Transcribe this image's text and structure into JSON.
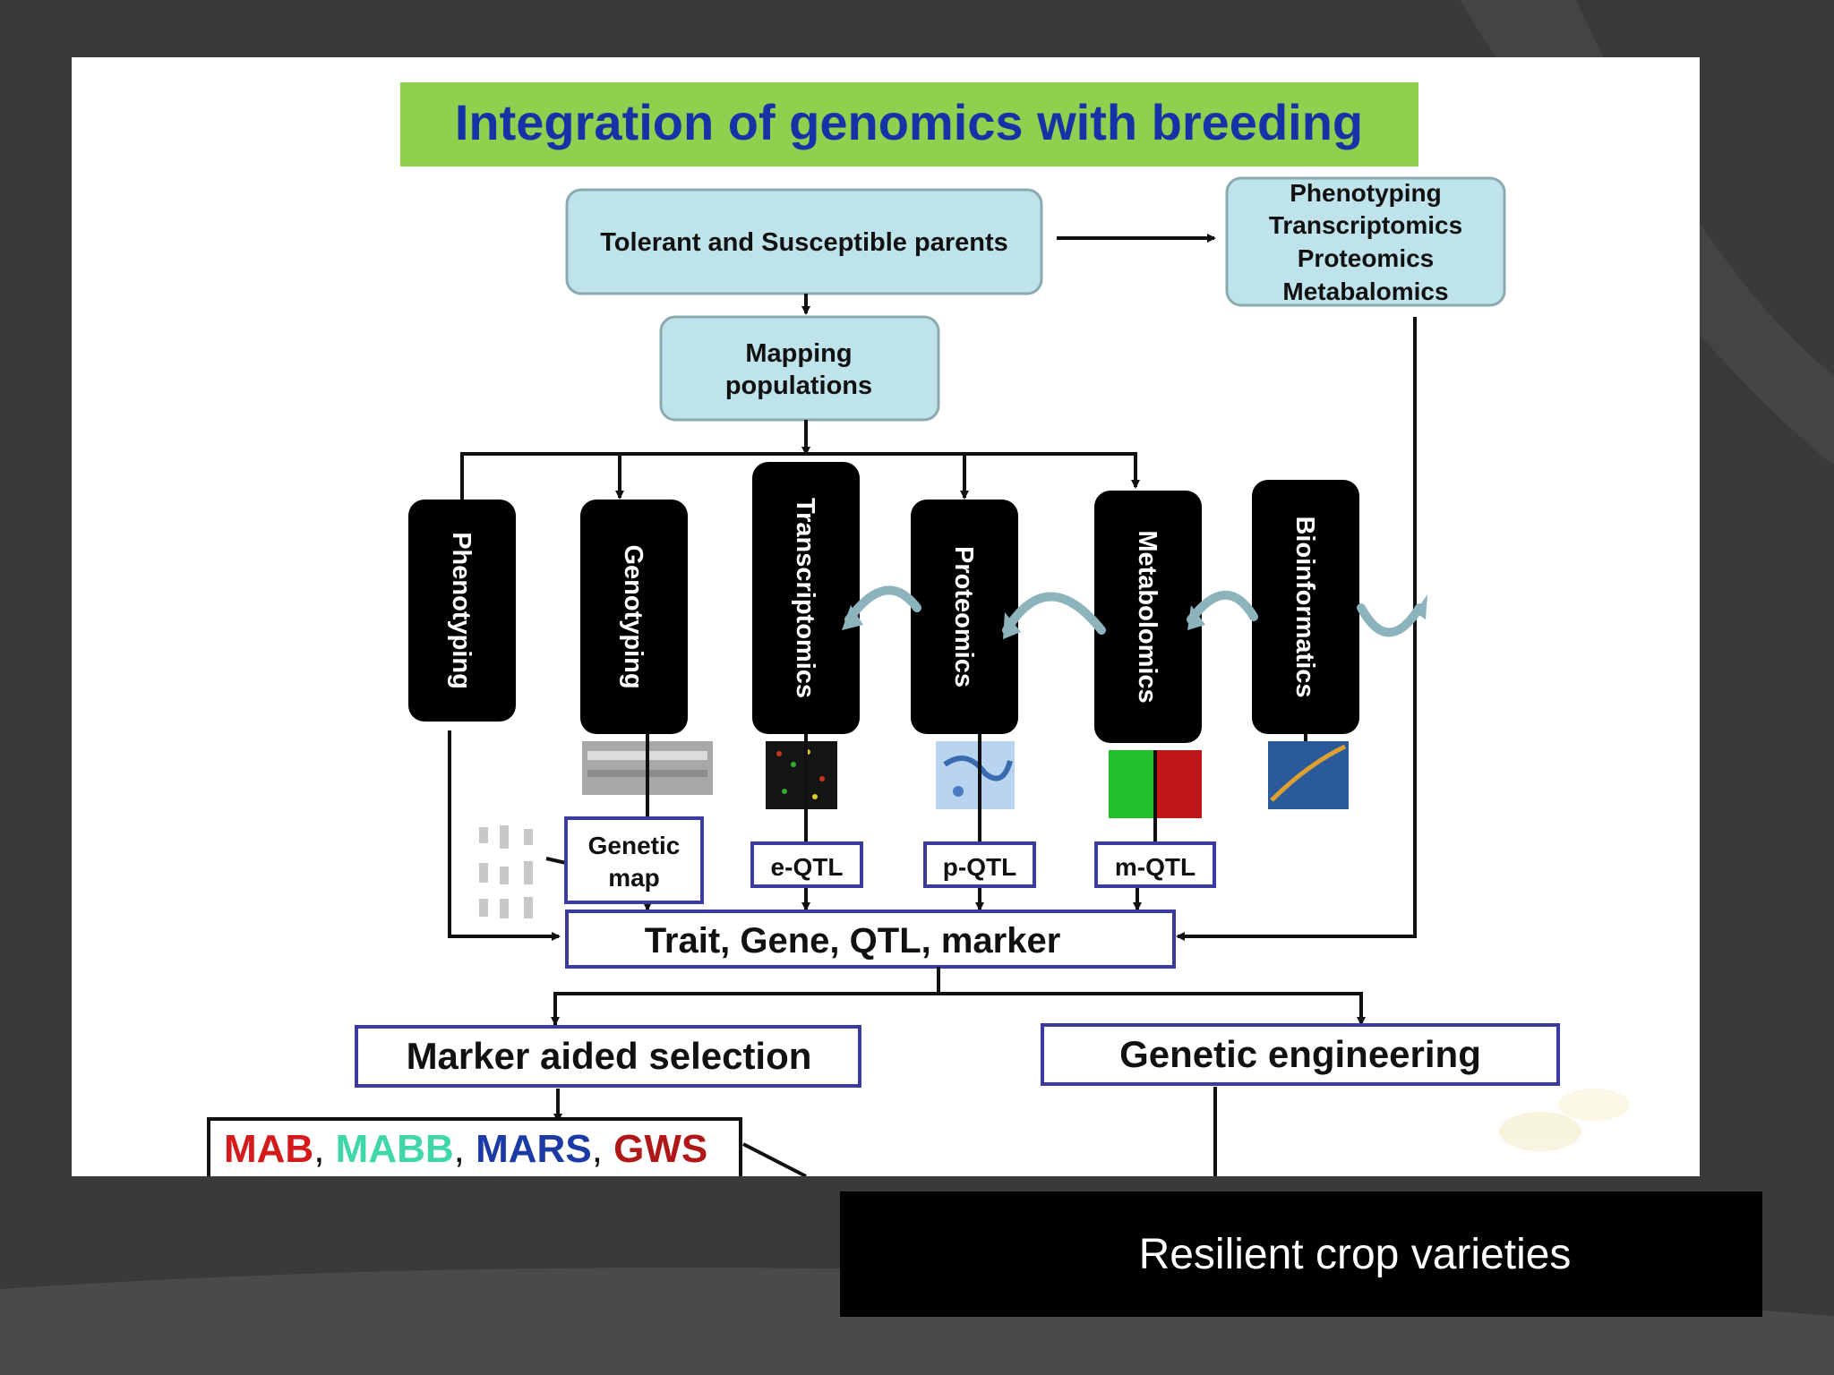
{
  "diagram": {
    "title": "Integration of genomics with breeding",
    "parents": "Tolerant and Susceptible parents",
    "omics_box": [
      "Phenotyping",
      "Transcriptomics",
      "Proteomics",
      "Metabalomics"
    ],
    "mapping": [
      "Mapping",
      "populations"
    ],
    "columns": [
      "Phenotyping",
      "Genotyping",
      "Transcriptomics",
      "Proteomics",
      "Metabolomics",
      "Bioinformatics"
    ],
    "genetic_map": [
      "Genetic",
      "map"
    ],
    "eqtl": "e-QTL",
    "pqtl": "p-QTL",
    "mqtl": "m-QTL",
    "trait": "Trait, Gene, QTL, marker",
    "mas": "Marker aided selection",
    "ge": "Genetic engineering",
    "methods": [
      "MAB",
      ",",
      "MABB",
      ",",
      "MARS",
      ",",
      "GWS"
    ]
  },
  "caption": "Resilient crop varieties",
  "colors": {
    "title": "#1533a6",
    "title_bg": "#8fd14f",
    "box_fill": "#bfe3ea",
    "box_border": "#8aaab0",
    "col_bg": "#000000",
    "outline": "#3a3aa0",
    "mab": "#d41a1a",
    "mabb": "#3fd6a8",
    "mars": "#1c3aa6",
    "gws": "#b01818"
  }
}
